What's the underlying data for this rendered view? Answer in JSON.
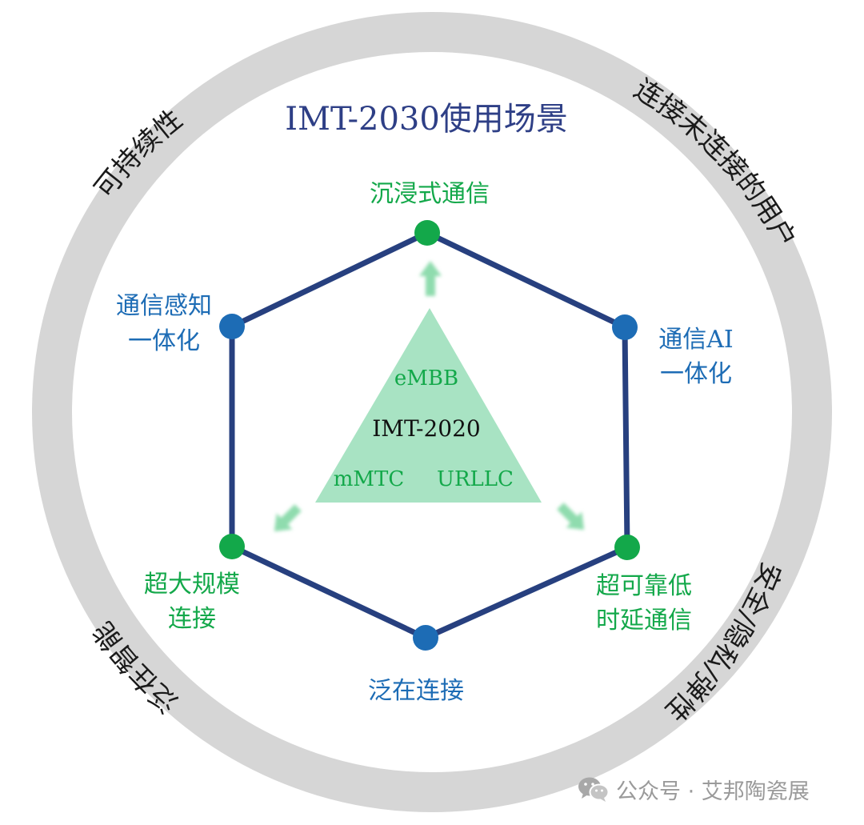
{
  "diagram": {
    "title": "IMT-2030使用场景",
    "ring_labels": {
      "top_left": "可持续性",
      "top_right": "连接未连接的用户",
      "bottom_left": "泛在智能",
      "bottom_right": "安全/隐私/弹性"
    },
    "nodes": {
      "top": "沉浸式通信",
      "upper_left": [
        "通信感知",
        "一体化"
      ],
      "upper_right": [
        "通信AI",
        "一体化"
      ],
      "lower_left": [
        "超大规模",
        "连接"
      ],
      "lower_right": [
        "超可靠低",
        "时延通信"
      ],
      "bottom": "泛在连接"
    },
    "core": {
      "center": "IMT-2020",
      "top": "eMBB",
      "left": "mMTC",
      "right": "URLLC"
    },
    "colors": {
      "ring": "#d6d6d6",
      "hexagon": "#27407f",
      "title": "#2e3f86",
      "green": "#13a84a",
      "blue": "#1d6cb5",
      "triangle": "#a8e3c3",
      "arrow": "#8fdcae"
    }
  },
  "watermark": {
    "text": "公众号 · 艾邦陶瓷展",
    "icon": "wechat-icon"
  }
}
